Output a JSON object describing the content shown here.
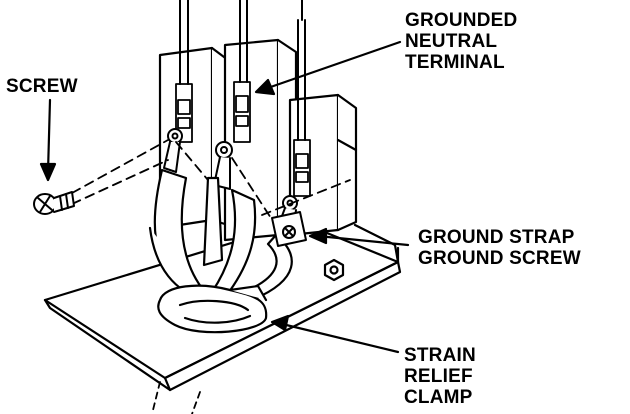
{
  "diagram": {
    "labels": {
      "screw": [
        "SCREW"
      ],
      "neutral": [
        "GROUNDED",
        "NEUTRAL",
        "TERMINAL"
      ],
      "ground": [
        "GROUND STRAP",
        "GROUND SCREW"
      ],
      "strain": [
        "STRAIN",
        "RELIEF",
        "CLAMP"
      ]
    },
    "colors": {
      "ink": "#000000",
      "paper": "#ffffff"
    }
  }
}
